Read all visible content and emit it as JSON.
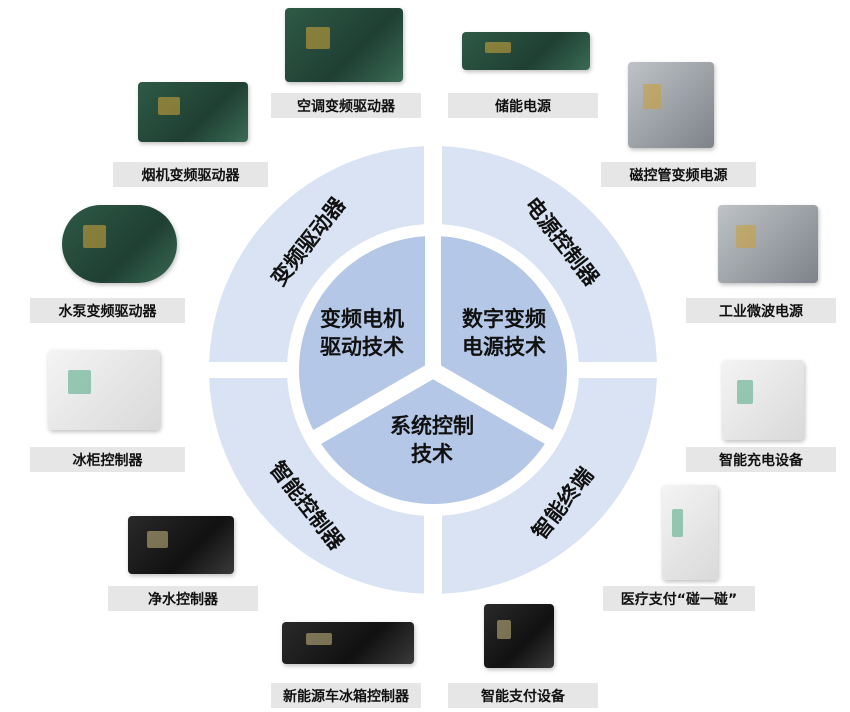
{
  "colors": {
    "ring": "#dae3f3",
    "core": "#b4c7e7",
    "label_bg": "#e6e6e6"
  },
  "core": [
    {
      "line1": "变频电机",
      "line2": "驱动技术"
    },
    {
      "line1": "数字变频",
      "line2": "电源技术"
    },
    {
      "line1": "系统控制",
      "line2": "技术"
    }
  ],
  "ring": [
    "变频驱动器",
    "电源控制器",
    "智能控制器",
    "智能终端"
  ],
  "products": [
    "空调变频驱动器",
    "储能电源",
    "烟机变频驱动器",
    "磁控管变频电源",
    "水泵变频驱动器",
    "工业微波电源",
    "冰柜控制器",
    "智能充电设备",
    "净水控制器",
    "医疗支付“碰一碰”",
    "新能源车冰箱控制器",
    "智能支付设备"
  ]
}
